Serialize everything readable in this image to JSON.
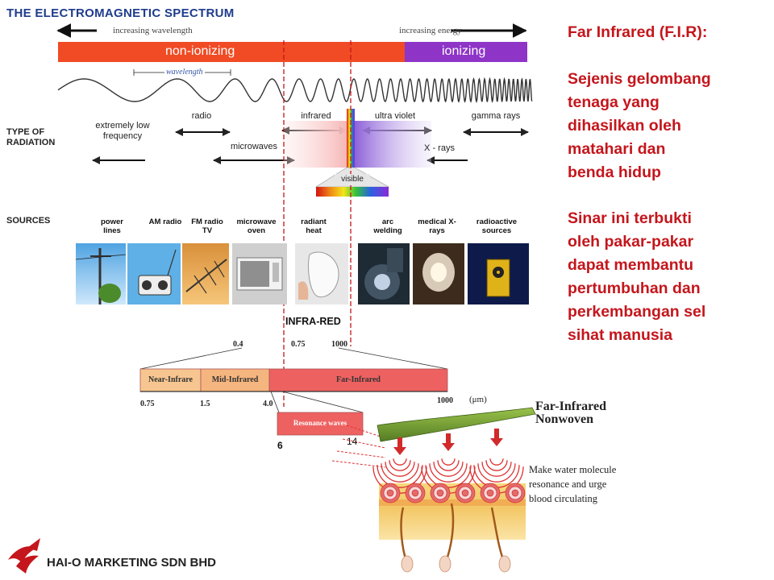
{
  "spectrum": {
    "title": "THE ELECTROMAGNETIC SPECTRUM",
    "increasing_wavelength": "increasing wavelength",
    "increasing_energy": "increasing energy",
    "non_ionizing": "non-ionizing",
    "ionizing": "ionizing",
    "wavelength": "wavelength",
    "type_of_radiation": "TYPE OF RADIATION",
    "radiation": {
      "elf": "extremely low frequency",
      "radio": "radio",
      "microwaves": "microwaves",
      "infrared": "infrared",
      "ultra_violet": "ultra violet",
      "visible": "visible",
      "x_rays": "X - rays",
      "gamma_rays": "gamma rays"
    },
    "sources_label": "SOURCES",
    "sources": [
      {
        "label": "power lines"
      },
      {
        "label": "AM radio"
      },
      {
        "label": "FM radio TV"
      },
      {
        "label": "microwave oven"
      },
      {
        "label": "radiant heat"
      },
      {
        "label": "arc welding"
      },
      {
        "label": "medical X-rays"
      },
      {
        "label": "radioactive sources"
      }
    ]
  },
  "infrared": {
    "label": "INFRA-RED",
    "top_ticks": [
      "0.4",
      "0.75",
      "1000"
    ],
    "bands": {
      "near": "Near-Infrare",
      "mid": "Mid-Infrared",
      "far": "Far-Infrared"
    },
    "bottom_ticks": [
      "0.75",
      "1.5",
      "4.0",
      "1000"
    ],
    "unit": "(μm)",
    "resonance": "Resonance waves",
    "res_left": "6",
    "res_right": "14"
  },
  "nonwoven": {
    "line1": "Far-Infrared",
    "line2": "Nonwoven"
  },
  "molecule_text": [
    "Make water molecule",
    "resonance and urge",
    "blood circulating"
  ],
  "right_panel": {
    "heading": "Far Infrared (F.I.R):",
    "para1": [
      "Sejenis gelombang",
      "tenaga yang",
      "dihasilkan oleh",
      "matahari dan",
      "benda hidup"
    ],
    "para2": [
      "Sinar ini terbukti",
      "oleh pakar-pakar",
      "dapat membantu",
      "pertumbuhan dan",
      "perkembangan sel",
      "sihat manusia"
    ]
  },
  "footer": {
    "company": "HAI-O MARKETING SDN BHD"
  },
  "colors": {
    "brand_red": "#c4161c",
    "non_ionizing": "#f04b24",
    "ionizing": "#8e35c8",
    "near_band": "#f7c690",
    "far_band": "#ee6161",
    "title_blue": "#1f3c8c"
  }
}
